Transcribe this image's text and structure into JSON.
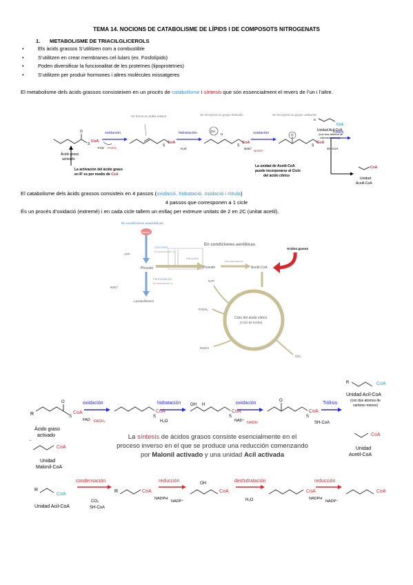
{
  "title": "TEMA 14. NOCIONS DE CATABOLISME DE LÍPIDS I DE COMPOSOTS NITROGENATS",
  "section": {
    "number": "1.",
    "label": "METABOLISME DE TRIACILGLICEROLS"
  },
  "bullets": [
    "Els àcids grassos S’utilitzen com a combustible",
    "S’utilitzen en crear membranes cel·lulars (ex. Fosfolípids)",
    "Poden diversificar la funcionalitat de les proteïnes (lipoproteïnes)",
    "S’utilitzen per produir hormones i altres molècules missatgeres"
  ],
  "para1": {
    "before": "El metabolisme dels àcids grassos consisteixen en un procés de ",
    "catabolisme": "catabolisme",
    "mid": " i ",
    "sintesis": "síntesis",
    "after": " que són essencialment el revers de l’un i l’altre."
  },
  "fig1": {
    "steps": [
      "oxidación",
      "hidratación",
      "oxidación",
      "Tiólisis"
    ],
    "notes": [
      "Se forma un doble enlace",
      "Se incorpora un grupo hidroxilo",
      "Se incorpora un grupo carbonilo"
    ],
    "cofactors": [
      "FAD",
      "FADH₂",
      "H₂O",
      "NAD⁺",
      "NADH",
      "SH-CoA"
    ],
    "coa": "CoA",
    "oh": "OH",
    "h": "H",
    "s": "S",
    "o": "O",
    "left_label": [
      "Ácido graso",
      "activado"
    ],
    "activation_note": [
      "La activación del ácido graso",
      "en R' es por medio de "
    ],
    "activation_coa": "CoA",
    "acetyl_note": [
      "La unidad de Acetil-CoA",
      "puede incorporarse al Ciclo",
      "del ácido cítrico"
    ],
    "acil_label": "Unidad Acil-CoA",
    "acil_sub": [
      "(con dos átomos de",
      "carbono menos)"
    ],
    "acetil_label": [
      "Unidad",
      "Acetil-CoA"
    ]
  },
  "para2": {
    "line1_before": "El catabolisme dels àcids grassos consisteix en 4 passos (",
    "line1_steps": "oxidació, hidratació, oxidació i ròtula",
    "line1_after": ")",
    "line2": "4 passos que corresponen a 1 cicle",
    "line3": "És un procés d’oxidació (extremé) i en cada cicle tallem un enllaç per extreure unitats de 2 en 2C (unitat acetil)."
  },
  "fig2": {
    "anaerobic_title": "En condiciones anaeróbicas",
    "glucosa": "Glucosa",
    "glucolisis": "Glucólisis",
    "glucolisis_sub": "En ausencia de O₂",
    "atp": "ATP",
    "piruvato": "Piruvato",
    "nad": "NAD⁺",
    "fermentacion": "Fermentación",
    "fermentacion_sub": "En ausencia de O₂",
    "lactato": "Lactato/Etanol",
    "aerobic_title": "En condiciones aeróbicas",
    "mitocondria": "Mitocondria",
    "piruvato2": "Piruvato",
    "descarbox": "Descarboxilación",
    "acetil": "Acetil-CoA",
    "acidos": "Ácidos grasos",
    "gtp": "GTP",
    "fadh2": "FADH₂",
    "nadh": "NADH",
    "co2": "CO₂",
    "cycle_title": "Ciclo del ácido cítrico",
    "cycle_sub": "(Ciclo de Krebs)"
  },
  "fig3": {
    "steps_top": [
      "oxidación",
      "hidratación",
      "oxidación",
      "Tiólisis"
    ],
    "steps_bottom": [
      "condensación",
      "reducción",
      "deshidratación",
      "reducción"
    ],
    "cof_top": [
      "FAD",
      "FADH₂",
      "H₂O",
      "NAD⁺",
      "NADH",
      "SH-CoA"
    ],
    "cof_bottom": [
      "CO₂",
      "SH-CoA",
      "NADPH",
      "NADP⁺",
      "H₂O",
      "NADPH",
      "NADP⁺"
    ],
    "coa": "CoA",
    "oh": "OH",
    "h": "H",
    "s": "S",
    "o": "O",
    "r": "R",
    "left_label": [
      "Ácido graso",
      "activado"
    ],
    "acil_label": "Unidad Acil-CoA",
    "acil_sub": [
      "(con dos átomos de",
      "carbono menos)"
    ],
    "acetil_label": [
      "Unidad",
      "Acetil-CoA"
    ],
    "malonil_label": [
      "Unidad",
      "Malonil-CoA"
    ],
    "acil2_label": "Unidad Acil-CoA",
    "center_l1_a": "La ",
    "center_l1_b": "síntesis",
    "center_l1_c": " de ácidos grasos consiste esencialmente en el",
    "center_l2": "proceso inverso en el que se produce una reducción comenzando",
    "center_l3_a": "por ",
    "center_l3_b": "Malonil activado",
    "center_l3_c": " y una unidad ",
    "center_l3_d": "Acil activada"
  },
  "colors": {
    "blue": "#2b2bdf",
    "red": "#d8262c",
    "cyan": "#2aa6e0",
    "tan": "#c9bf96",
    "steel": "#7ca3d6"
  }
}
